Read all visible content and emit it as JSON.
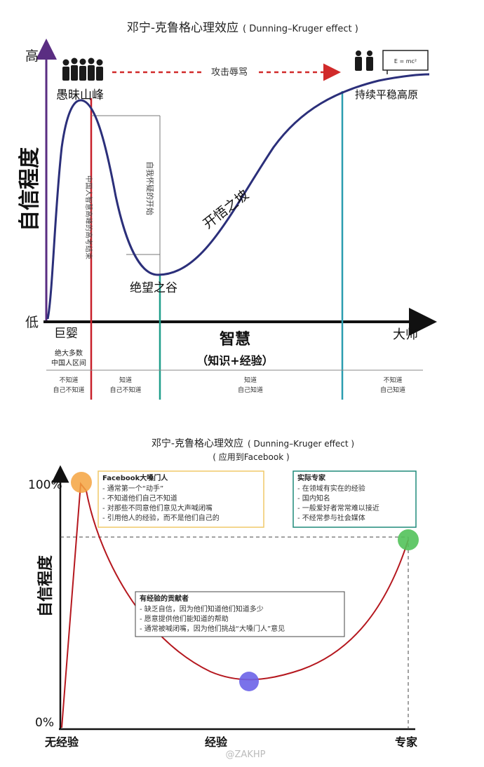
{
  "top": {
    "title": "邓宁-克鲁格心理效应",
    "title_en": "( Dunning–Kruger effect )",
    "y_high": "高",
    "y_low": "低",
    "y_label": "自信程度",
    "peak_label": "愚昧山峰",
    "arrow_label": "攻击辱骂",
    "plateau_label": "持续平稳高原",
    "slope_label": "开悟之坡",
    "valley_label": "绝望之谷",
    "rotated_left": "中国人智慧高峰的高考结束",
    "rotated_mid": "自我怀疑的开始",
    "board_text": "E = mc²",
    "x_start": "巨婴",
    "x_mid": "智慧",
    "x_mid_sub": "（知识+经验）",
    "x_end": "大师",
    "under_start": [
      "绝大多数",
      "中国人区间"
    ],
    "bands": [
      {
        "line1": "不知道",
        "line2": "自己不知道"
      },
      {
        "line1": "知道",
        "line2": "自己不知道"
      },
      {
        "line1": "知道",
        "line2": "自己知道"
      },
      {
        "line1": "不知道",
        "line2": "自己知道"
      }
    ],
    "colors": {
      "curve": "#2b2f7a",
      "axis": "#5a2d82",
      "red": "#c8202a",
      "green": "#1f9e8a",
      "teal": "#2a9db0"
    }
  },
  "bottom": {
    "title": "邓宁-克鲁格心理效应",
    "title_en": "( Dunning–Kruger effect )",
    "subtitle": "( 应用到Facebook )",
    "y_100": "100%",
    "y_0": "0%",
    "y_label": "自信程度",
    "x_start": "无经验",
    "x_mid": "经验",
    "x_end": "专家",
    "box_fb": {
      "title": "Facebook大嗓门人",
      "items": [
        "通常第一个“动手”",
        "不知道他们自己不知道",
        "对那些不同意他们意见大声喊闭嘴",
        "引用他人的经验，而不是他们自己的"
      ]
    },
    "box_expert": {
      "title": "实际专家",
      "items": [
        "在领域有实在的经验",
        "国内知名",
        "一般爱好者常常难以接近",
        "不经常参与社会媒体"
      ]
    },
    "box_mid": {
      "title": "有经验的贡献者",
      "items": [
        "缺乏自信，因为他们知道他们知道多少",
        "愿意提供他们能知道的帮助",
        "通常被喊闭嘴，因为他们挑战“大嗓门人”意见"
      ]
    },
    "colors": {
      "curve": "#b5171e",
      "orange": "#f5a340",
      "purple": "#6c63e8",
      "green": "#52c25a"
    }
  },
  "watermark": "@ZAKHP"
}
